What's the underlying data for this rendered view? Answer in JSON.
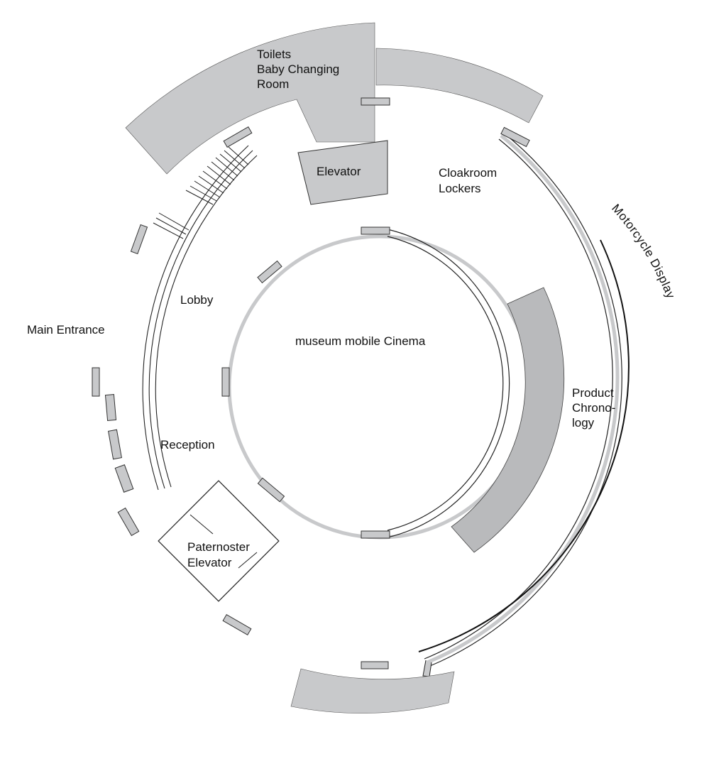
{
  "colors": {
    "fill_gray": "#c8c9cb",
    "fill_dark": "#b9babc",
    "wall_stroke": "#222222",
    "page_background": "#ffffff"
  },
  "labels": {
    "toilets": "Toilets",
    "baby_changing": "Baby Changing",
    "room": "Room",
    "elevator": "Elevator",
    "cloakroom": "Cloakroom",
    "lockers": "Lockers",
    "motorcycle_display": "Motorcycle Display",
    "lobby": "Lobby",
    "main_entrance": "Main Entrance",
    "cinema": "museum mobile Cinema",
    "product": "Product",
    "chronology_1": "Chrono-",
    "chronology_2": "logy",
    "reception": "Reception",
    "paternoster": "Paternoster",
    "paternoster_elevator": "Elevator"
  }
}
